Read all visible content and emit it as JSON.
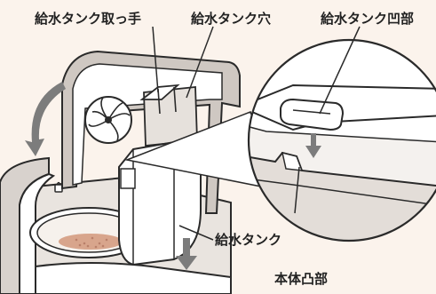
{
  "labels": {
    "handle": "給水タンク取っ手",
    "hole": "給水タンク穴",
    "recess": "給水タンク凹部",
    "tank": "給水タンク",
    "protrusion": "本体凸部"
  },
  "colors": {
    "background": "#fbf3ec",
    "outline": "#2a2a2a",
    "lid": "#ffffff",
    "body_shade": "#d8d2cd",
    "arrow": "#7c7c7c",
    "powder": "#d8a58c"
  }
}
